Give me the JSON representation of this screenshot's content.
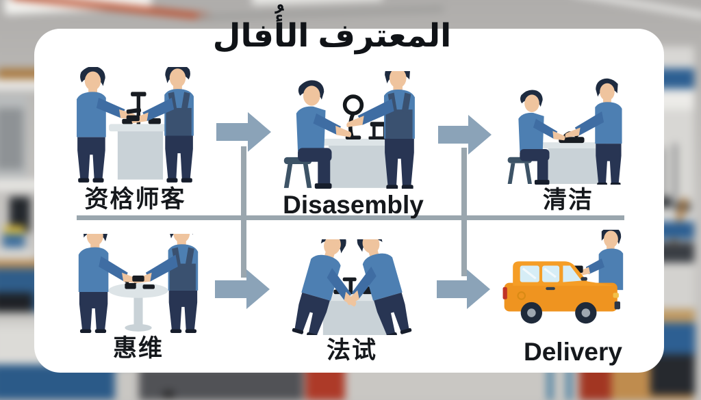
{
  "title": "المعترف الأُفال",
  "steps": [
    {
      "label": "资梒师客",
      "icon": "two-workers-inspection-table-icon"
    },
    {
      "label": "Disasembly",
      "icon": "seated-worker-magnifier-desk-icon"
    },
    {
      "label": "清洁",
      "icon": "workers-cleaning-desk-icon"
    },
    {
      "label": "惠维",
      "icon": "workers-round-repair-table-icon"
    },
    {
      "label": "法试",
      "icon": "workers-testing-desk-icon"
    },
    {
      "label": "Delivery",
      "icon": "orange-van-delivery-icon"
    }
  ],
  "flow": {
    "rows": 2,
    "columns": 3,
    "direction": "left-to-right"
  },
  "colors": {
    "card_background": "#ffffff",
    "title_text": "#101317",
    "label_text": "#15181c",
    "arrow": "#8ba3b8",
    "connector_line": "#9aa6ae",
    "worker_shirt_blue": "#4d7fb2",
    "worker_overalls_navy": "#3a5170",
    "delivery_van_orange": "#f59d26",
    "background_photo_tone": "#c4c2bf"
  }
}
